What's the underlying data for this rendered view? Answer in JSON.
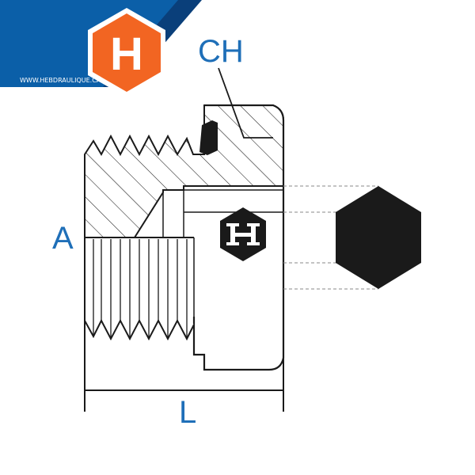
{
  "brand": {
    "logo_letter": "H",
    "website": "WWW.HEBDRAULIQUE.CA",
    "banner_color": "#0b5fa8",
    "banner_dark_color": "#0a3f7a",
    "logo_color": "#f26522"
  },
  "diagram": {
    "labels": {
      "hex_size": "CH",
      "thread": "A",
      "length": "L"
    },
    "colors": {
      "label": "#1f6fb8",
      "line": "#1a1a1a",
      "hatch": "#1a1a1a",
      "dashed": "#888888"
    },
    "icons": [
      "company-h-badge-icon",
      "hexagon-end-view-icon"
    ]
  }
}
